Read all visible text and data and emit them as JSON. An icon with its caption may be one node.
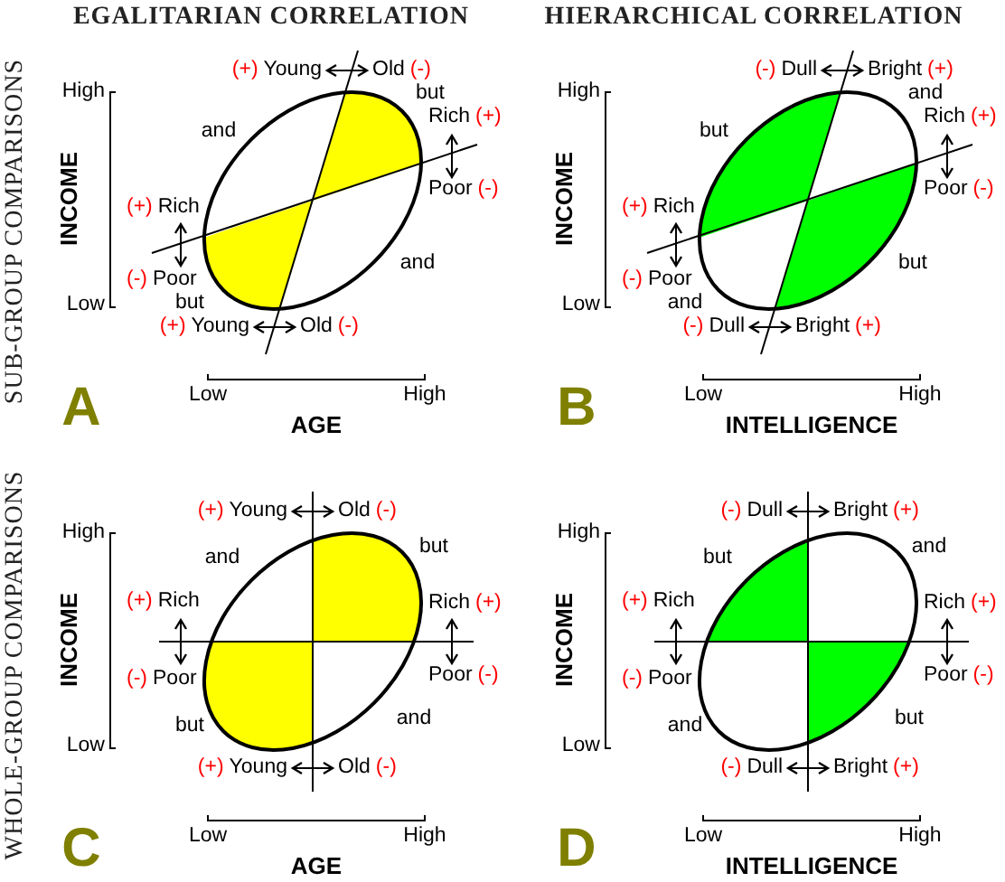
{
  "diagram": {
    "labels": [
      "EGALITARIAN CORRELATION",
      "HIERARCHICAL CORRELATION",
      "SUB-GROUP COMPARISONS",
      "WHOLE-GROUP COMPARISONS",
      "(+)",
      "Young",
      "Old",
      "(-)",
      "but",
      "Rich",
      "(+)",
      "and",
      "(+)",
      "Rich",
      "Poor",
      "(-)",
      "(-)",
      "Poor",
      "but",
      "and",
      "(+)",
      "Young",
      "Old",
      "(-)",
      "High",
      "INCOME",
      "Low",
      "Low",
      "High",
      "A",
      "AGE",
      "(-)",
      "Dull",
      "Bright",
      "(+)",
      "and",
      "Rich",
      "(+)",
      "but",
      "(+)",
      "Rich",
      "Poor",
      "(-)",
      "(-)",
      "Poor",
      "and",
      "but",
      "(-)",
      "Dull",
      "Bright",
      "(+)",
      "High",
      "INCOME",
      "Low",
      "Low",
      "High",
      "B",
      "INTELLIGENCE",
      "(+)",
      "Young",
      "Old",
      "(-)",
      "but",
      "and",
      "(+)",
      "Rich",
      "Rich",
      "(+)",
      "(-)",
      "Poor",
      "Poor",
      "(-)",
      "but",
      "and",
      "(+)",
      "Young",
      "Old",
      "(-)",
      "High",
      "INCOME",
      "Low",
      "Low",
      "High",
      "C",
      "AGE",
      "(-)",
      "Dull",
      "Bright",
      "(+)",
      "and",
      "but",
      "(+)",
      "Rich",
      "Rich",
      "(+)",
      "(-)",
      "Poor",
      "Poor",
      "(-)",
      "and",
      "but",
      "(-)",
      "Dull",
      "Bright",
      "(+)",
      "High",
      "INCOME",
      "Low",
      "Low",
      "High",
      "D",
      "INTELLIGENCE"
    ]
  }
}
